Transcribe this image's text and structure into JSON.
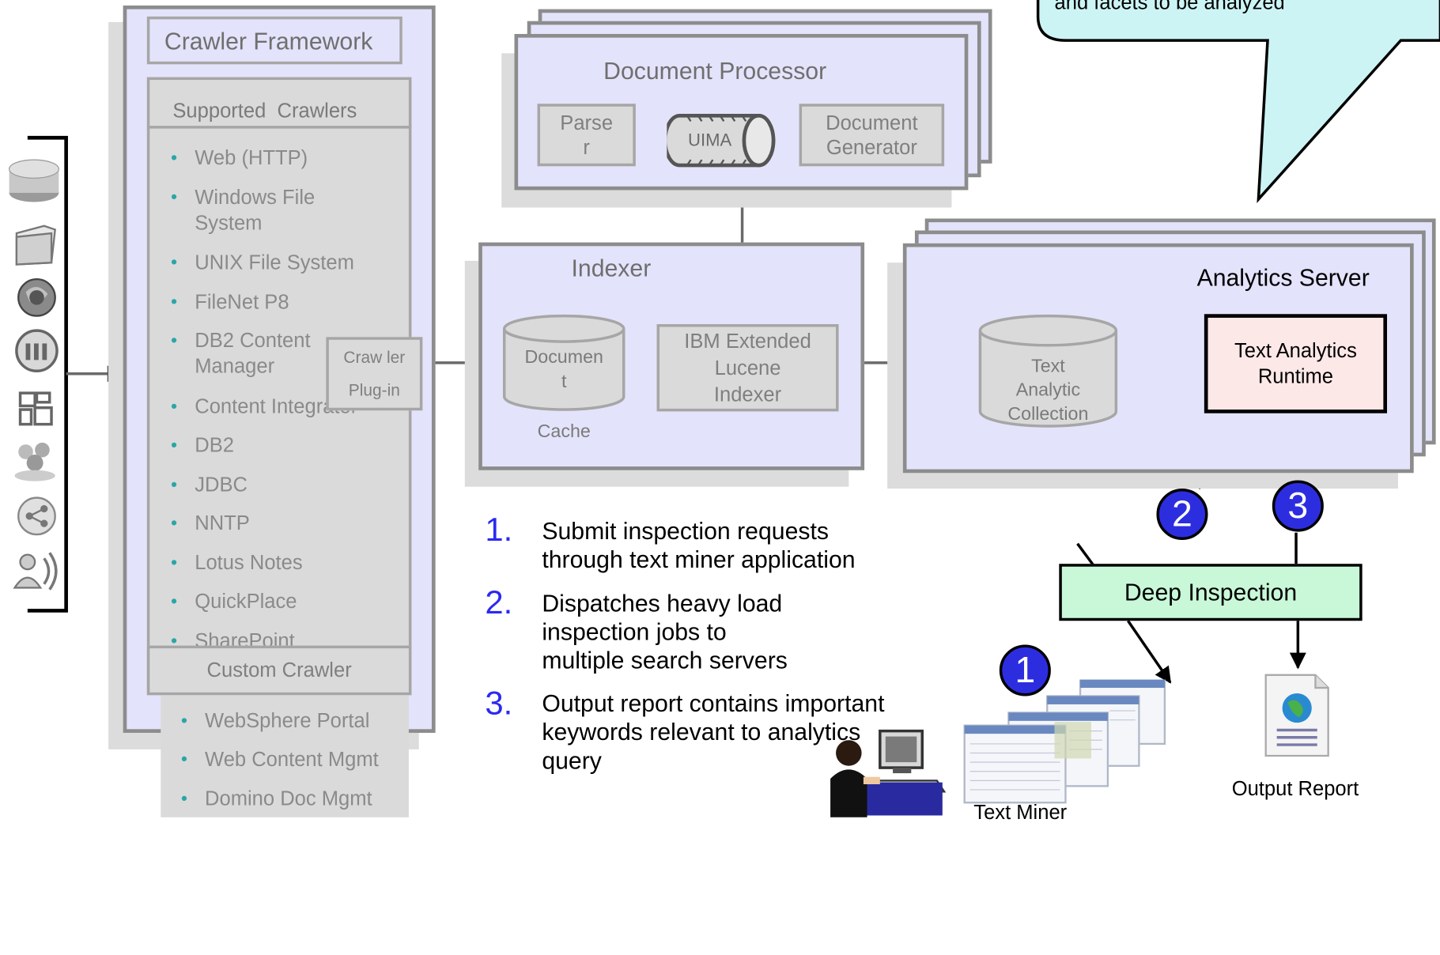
{
  "callout": {
    "text": "and facets to be analyzed"
  },
  "crawler_framework": {
    "title": "Crawler Framework",
    "supported_title": "Supported  Crawlers",
    "crawlers": [
      "Web (HTTP)",
      "Windows File\nSystem",
      "UNIX File System",
      "FileNet P8",
      "DB2 Content\nManager",
      "Content Integrator",
      "DB2",
      "JDBC",
      "NNTP",
      "Lotus Notes",
      "QuickPlace",
      "SharePoint"
    ],
    "custom_title": "Custom Crawler",
    "custom_crawlers": [
      "WebSphere Portal",
      "Web Content Mgmt",
      "Domino Doc Mgmt"
    ],
    "plugin_label": "Craw ler\n\nPlug-in"
  },
  "data_source_icons": [
    "database-icon",
    "folder-icon",
    "globe-browser-icon",
    "network-hub-icon",
    "content-manager-icon",
    "people-group-icon",
    "share-icon",
    "user-speaking-icon"
  ],
  "document_processor": {
    "title": "Document Processor",
    "parser": "Parse\nr",
    "uima": "UIMA",
    "generator": "Document\nGenerator"
  },
  "indexer": {
    "title": "Indexer",
    "cache": "Documen\nt\n\nCache",
    "lucene": "IBM Extended\nLucene\nIndexer"
  },
  "analytics_server": {
    "title": "Analytics Server",
    "collection": "Text\nAnalytic\nCollection",
    "runtime": "Text Analytics\nRuntime"
  },
  "deep_inspection": "Deep Inspection",
  "steps": [
    {
      "num": "1.",
      "text": "Submit inspection requests\nthrough text miner application"
    },
    {
      "num": "2.",
      "text": "Dispatches heavy load\ninspection jobs to\nmultiple search servers"
    },
    {
      "num": "3.",
      "text": "Output report contains important\nkeywords relevant to analytics\nquery"
    }
  ],
  "badges": [
    "1",
    "2",
    "3"
  ],
  "text_miner_label": "Text Miner",
  "output_report_label": "Output Report",
  "colors": {
    "lavender": "#e3e3fb",
    "callout": "#cdf4f4",
    "runtime": "#fde8e8",
    "deep_inspection": "#c8f8d8",
    "badge": "#2d2de0",
    "step_number": "#2a2af0"
  }
}
